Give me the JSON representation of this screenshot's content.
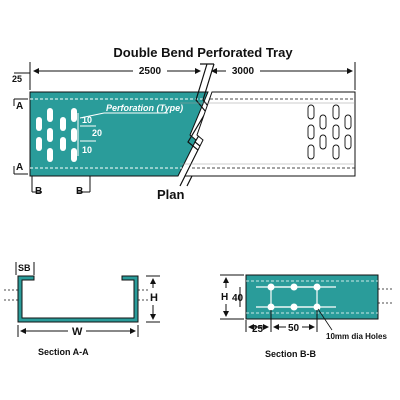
{
  "title": "Double Bend Perforated Tray",
  "plan": {
    "label": "Plan",
    "dim_25": "25",
    "dim_2500": "2500",
    "dim_3000": "3000",
    "perforation_label": "Perforation (Type)",
    "perf_10_top": "10",
    "perf_20": "20",
    "perf_10_bottom": "10",
    "section_mark_a_top": "A",
    "section_mark_a_bottom": "A",
    "section_mark_b_left": "B",
    "section_mark_b_right": "B"
  },
  "section_aa": {
    "caption": "Section A-A",
    "sb_label": "SB",
    "h_label": "H",
    "w_label": "W"
  },
  "section_bb": {
    "caption": "Section B-B",
    "h_label": "H",
    "dim_40": "40",
    "dim_25": "25",
    "dim_50": "50",
    "holes_label": "10mm  dia Holes"
  },
  "colors": {
    "tray_teal": "#2a9c9a",
    "outline": "#111111"
  }
}
